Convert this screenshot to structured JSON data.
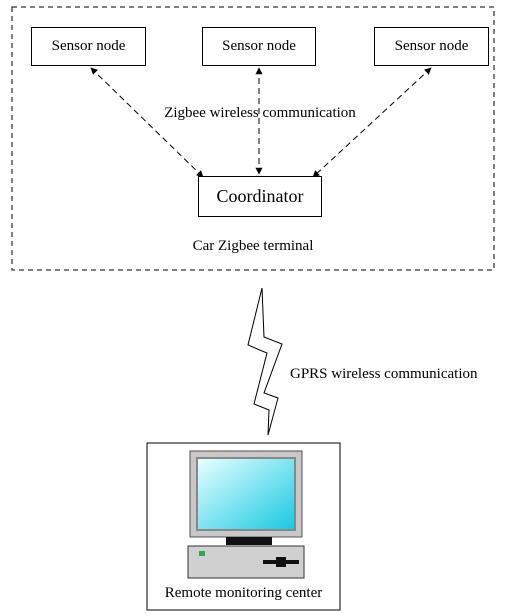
{
  "terminal": {
    "caption": "Car Zigbee terminal",
    "sensor_nodes": [
      "Sensor node",
      "Sensor node",
      "Sensor node"
    ],
    "zigbee_label": "Zigbee wireless communication",
    "coordinator": "Coordinator"
  },
  "link": {
    "gprs_label": "GPRS wireless communication"
  },
  "center": {
    "caption": "Remote monitoring center"
  },
  "colors": {
    "screen_top": "#e8ffff",
    "screen_bottom": "#19c9e3",
    "monitor_body": "#c8c8c8",
    "led": "#2ea84a"
  }
}
